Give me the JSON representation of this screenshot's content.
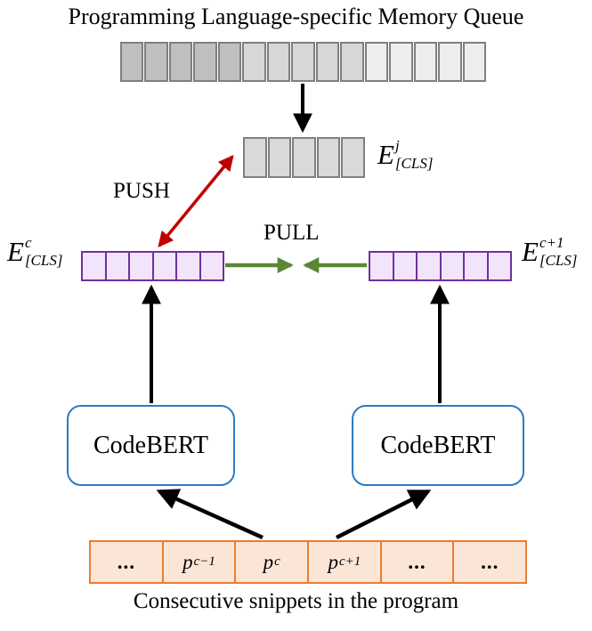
{
  "title": "Programming Language-specific Memory Queue",
  "caption": "Consecutive snippets in the program",
  "push_label": "PUSH",
  "pull_label": "PULL",
  "encoder_left": {
    "label": "CodeBERT"
  },
  "encoder_right": {
    "label": "CodeBERT"
  },
  "memory_queue": {
    "cells": [
      "#bfbfbf",
      "#bfbfbf",
      "#bfbfbf",
      "#bfbfbf",
      "#bfbfbf",
      "#d9d6d6",
      "#d9d6d6",
      "#d9d6d6",
      "#d9d6d6",
      "#d9d6d6",
      "#ededed",
      "#ededed",
      "#ededed",
      "#ededed",
      "#ededed"
    ]
  },
  "queue_sample": {
    "cells": [
      "#d9d9d9",
      "#d9d9d9",
      "#d9d9d9",
      "#d9d9d9",
      "#d9d9d9"
    ],
    "label": {
      "base": "E",
      "sup": "j",
      "sub": "[CLS]"
    }
  },
  "embedding_left": {
    "cells": [
      "#f2e4fb",
      "#f2e4fb",
      "#f2e4fb",
      "#f2e4fb",
      "#f2e4fb",
      "#f2e4fb"
    ],
    "label": {
      "base": "E",
      "sup": "c",
      "sub": "[CLS]"
    }
  },
  "embedding_right": {
    "cells": [
      "#f2e4fb",
      "#f2e4fb",
      "#f2e4fb",
      "#f2e4fb",
      "#f2e4fb",
      "#f2e4fb"
    ],
    "label": {
      "base": "E",
      "sup": "c+1",
      "sub": "[CLS]"
    }
  },
  "snippets": {
    "cells": [
      {
        "base": "..."
      },
      {
        "base": "p",
        "sub": "c−1"
      },
      {
        "base": "p",
        "sub": "c"
      },
      {
        "base": "p",
        "sub": "c+1"
      },
      {
        "base": "..."
      },
      {
        "base": "..."
      }
    ]
  },
  "colors": {
    "arrow_black": "#000000",
    "red": "#c00000",
    "green": "#598735",
    "blue": "#2b7bc4",
    "purple_border": "#7030a0",
    "purple_fill": "#f2e4fb",
    "gray_border": "#7f7f7f",
    "orange_border": "#ed7d31",
    "orange_fill": "#fbe5d6"
  }
}
